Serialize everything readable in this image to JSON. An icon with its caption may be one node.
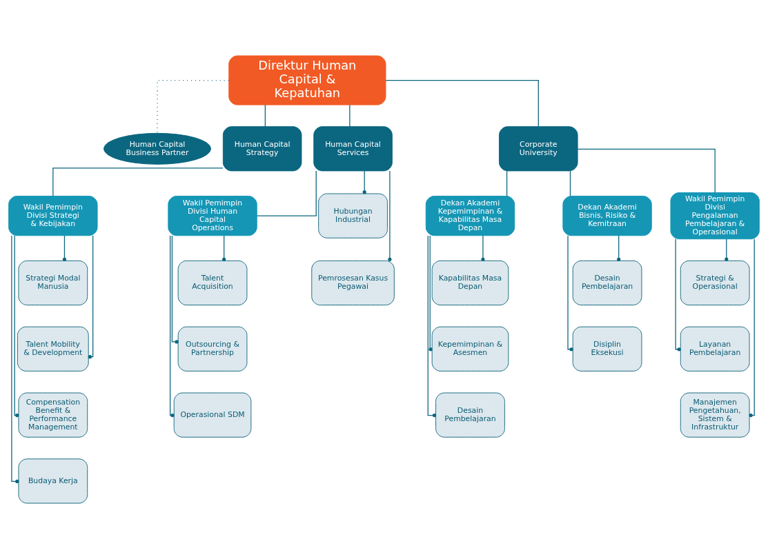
{
  "diagram": {
    "nodes": [
      {
        "text": [
          "Direktur Human Capital & Kepatuhan"
        ]
      },
      {
        "text": [
          "Human Capital Business Partner"
        ]
      },
      {
        "text": [
          "Human Capital Strategy"
        ]
      },
      {
        "text": [
          "Human Capital Services"
        ]
      },
      {
        "text": [
          "Corporate University"
        ]
      },
      {
        "text": [
          "Wakil Pemimpin Divisi Strategi & Kebijakan"
        ]
      },
      {
        "text": [
          "Strategi Modal Manusia"
        ]
      },
      {
        "text": [
          "Talent Mobility & Development"
        ]
      },
      {
        "text": [
          "Compensation Benefit & Performance Management"
        ]
      },
      {
        "text": [
          "Budaya Kerja"
        ]
      },
      {
        "text": [
          "Wakil Pemimpin Divisi Human Capital Operations"
        ]
      },
      {
        "text": [
          "Talent Acquisition"
        ]
      },
      {
        "text": [
          "Outsourcing & Partnership"
        ]
      },
      {
        "text": [
          "Operasional SDM"
        ]
      },
      {
        "text": [
          "Hubungan Industrial"
        ]
      },
      {
        "text": [
          "Pemrosesan Kasus Pegawai"
        ]
      },
      {
        "text": [
          "Dekan Akademi Kepemimpinan & Kapabilitas Masa Depan"
        ]
      },
      {
        "text": [
          "Kapabilitas Masa Depan"
        ]
      },
      {
        "text": [
          "Kepemimpinan & Asesmen"
        ]
      },
      {
        "text": [
          "Desain Pembelajaran"
        ]
      },
      {
        "text": [
          "Dekan Akademi Bisnis, Risiko & Kemitraan"
        ]
      },
      {
        "text": [
          "Desain Pembelajaran"
        ]
      },
      {
        "text": [
          "Disiplin Eksekusi"
        ]
      },
      {
        "text": [
          "Wakil Pemimpin Divisi Pengalaman Pembelajaran & Operasional"
        ]
      },
      {
        "text": [
          "Strategi & Operasional"
        ]
      },
      {
        "text": [
          "Layanan Pembelajaran"
        ]
      },
      {
        "text": [
          "Manajemen Pengetahuan, Sistem & Infrastruktur"
        ]
      }
    ],
    "edges": [
      {
        "from": 0,
        "to": 1,
        "arrow": "none",
        "style": "dashed"
      },
      {
        "from": 0,
        "to": 2,
        "arrow": "none"
      },
      {
        "from": 0,
        "to": 3,
        "arrow": "none"
      },
      {
        "from": 0,
        "to": 4,
        "arrow": "none"
      },
      {
        "from": 2,
        "to": 5,
        "arrow": "none"
      },
      {
        "from": 5,
        "to": 6,
        "arrow": "other"
      },
      {
        "from": 5,
        "to": 7,
        "arrow": "other"
      },
      {
        "from": 5,
        "to": 8,
        "arrow": "other"
      },
      {
        "from": 5,
        "to": 9,
        "arrow": "other"
      },
      {
        "from": 3,
        "to": 10,
        "arrow": "none"
      },
      {
        "from": 10,
        "to": 11,
        "arrow": "other"
      },
      {
        "from": 10,
        "to": 12,
        "arrow": "other"
      },
      {
        "from": 10,
        "to": 13,
        "arrow": "other"
      },
      {
        "from": 3,
        "to": 14,
        "arrow": "other"
      },
      {
        "from": 3,
        "to": 15,
        "arrow": "other"
      },
      {
        "from": 4,
        "to": 16,
        "arrow": "none"
      },
      {
        "from": 4,
        "to": 20,
        "arrow": "none"
      },
      {
        "from": 4,
        "to": 23,
        "arrow": "none"
      },
      {
        "from": 16,
        "to": 17,
        "arrow": "other"
      },
      {
        "from": 16,
        "to": 18,
        "arrow": "other"
      },
      {
        "from": 16,
        "to": 19,
        "arrow": "other"
      },
      {
        "from": 20,
        "to": 21,
        "arrow": "other"
      },
      {
        "from": 20,
        "to": 22,
        "arrow": "other"
      },
      {
        "from": 23,
        "to": 24,
        "arrow": "other"
      },
      {
        "from": 23,
        "to": 25,
        "arrow": "other"
      },
      {
        "from": 23,
        "to": 26,
        "arrow": "other"
      }
    ]
  }
}
